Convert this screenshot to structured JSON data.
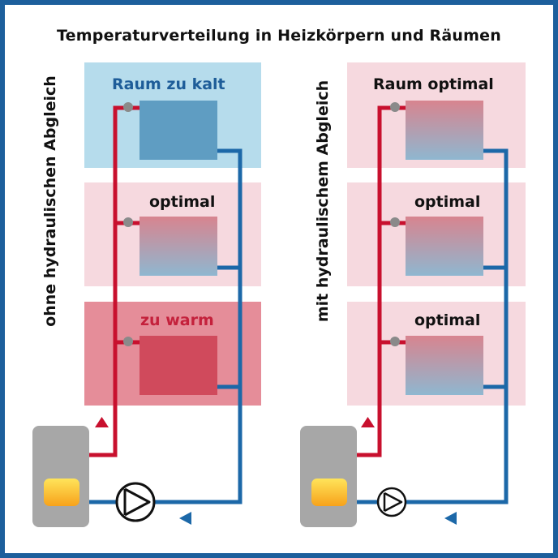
{
  "title": "Temperaturverteilung in Heizkörpern und Räumen",
  "left_panel": {
    "side_label": "ohne hydraulischen Abgleich",
    "rooms": [
      {
        "label": "Raum zu kalt",
        "label_color": "#1e5d99",
        "room_color": "#b6dcec",
        "radiator_color": "#5f9dc2"
      },
      {
        "label": "optimal",
        "label_color": "#111111",
        "room_color": "#f6d9df",
        "radiator_color": "gradient"
      },
      {
        "label": "zu warm",
        "label_color": "#c4213c",
        "room_color": "#e58d99",
        "radiator_color": "#d04a5c"
      }
    ]
  },
  "right_panel": {
    "side_label": "mit hydraulischem Abgleich",
    "rooms": [
      {
        "label": "Raum optimal",
        "label_color": "#111111",
        "room_color": "#f6d9df",
        "radiator_color": "gradient"
      },
      {
        "label": "optimal",
        "label_color": "#111111",
        "room_color": "#f6d9df",
        "radiator_color": "gradient"
      },
      {
        "label": "optimal",
        "label_color": "#111111",
        "room_color": "#f6d9df",
        "radiator_color": "gradient"
      }
    ]
  },
  "colors": {
    "frame": "#1d5f9c",
    "supply_pipe": "#c8102e",
    "return_pipe": "#1c68a8",
    "boiler": "#a7a7a7",
    "flame_top": "#ffe45a",
    "flame_bottom": "#f7a21b",
    "valve": "#8a8a8a"
  },
  "icons": {
    "supply_arrow": "triangle-up-icon",
    "return_arrow": "triangle-left-icon",
    "pump": "pump-icon"
  }
}
